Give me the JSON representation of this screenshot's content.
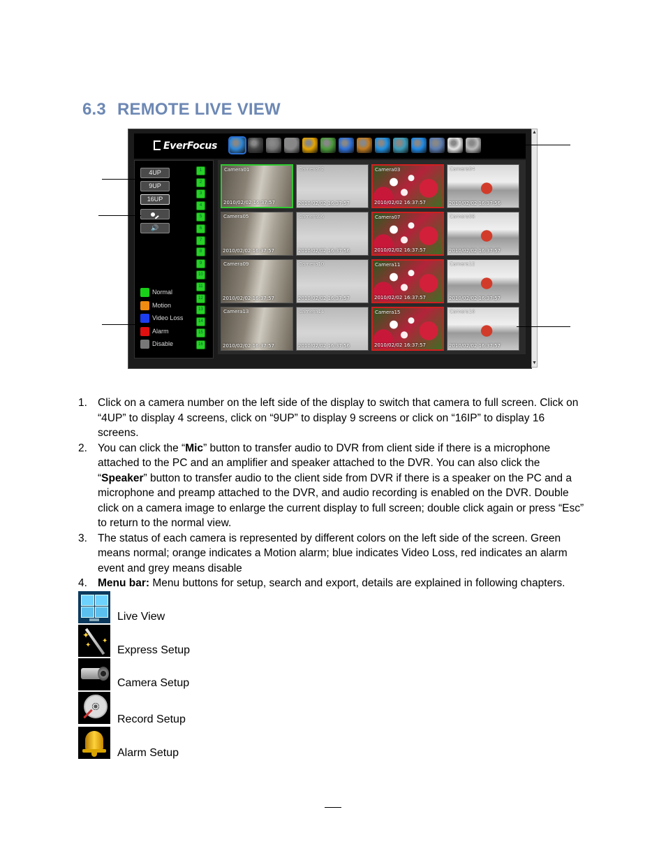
{
  "section": {
    "number": "6.3",
    "title": "REMOTE LIVE VIEW"
  },
  "screenshot": {
    "logo": "EverFocus",
    "layout_buttons": [
      "4UP",
      "9UP",
      "16UP"
    ],
    "camera_numbers": [
      "1",
      "2",
      "3",
      "4",
      "5",
      "6",
      "7",
      "8",
      "9",
      "10",
      "11",
      "12",
      "13",
      "14",
      "15",
      "16"
    ],
    "legend": [
      {
        "label": "Normal",
        "color": "#19d019"
      },
      {
        "label": "Motion",
        "color": "#f08a10"
      },
      {
        "label": "Video Loss",
        "color": "#1c3ef0"
      },
      {
        "label": "Alarm",
        "color": "#e01010"
      },
      {
        "label": "Disable",
        "color": "#777777"
      }
    ],
    "cameras": [
      {
        "name": "Camera01",
        "time": "2010/02/02  16:37:57",
        "scene": "room"
      },
      {
        "name": "Camera02",
        "time": "2010/02/02  16:37:57",
        "scene": "snow"
      },
      {
        "name": "Camera03",
        "time": "2010/02/02  16:37:57",
        "scene": "flower"
      },
      {
        "name": "Camera04",
        "time": "2010/02/02  16:37:56",
        "scene": "office"
      },
      {
        "name": "Camera05",
        "time": "2010/02/02  16:37:57",
        "scene": "room"
      },
      {
        "name": "Camera06",
        "time": "2010/02/02  16:37:56",
        "scene": "snow"
      },
      {
        "name": "Camera07",
        "time": "2010/02/02  16:37:57",
        "scene": "flower"
      },
      {
        "name": "Camera08",
        "time": "2010/02/02  16:37:57",
        "scene": "office"
      },
      {
        "name": "Camera09",
        "time": "2010/02/02  16:37:57",
        "scene": "room"
      },
      {
        "name": "Camera10",
        "time": "2010/02/02  16:37:57",
        "scene": "snow"
      },
      {
        "name": "Camera11",
        "time": "2010/02/02  16:37:57",
        "scene": "flower"
      },
      {
        "name": "Camera12",
        "time": "2010/02/02  16:37:57",
        "scene": "office"
      },
      {
        "name": "Camera13",
        "time": "2010/02/02  16:37:57",
        "scene": "room"
      },
      {
        "name": "Camera14",
        "time": "2010/02/02  16:37:56",
        "scene": "snow"
      },
      {
        "name": "Camera15",
        "time": "2010/02/02  16:37:57",
        "scene": "flower"
      },
      {
        "name": "Camera16",
        "time": "2010/02/02  16:37:57",
        "scene": "office"
      }
    ],
    "toolbar_icons": [
      "live-view",
      "express-setup",
      "camera-setup",
      "record-setup",
      "alarm-setup",
      "schedule",
      "network",
      "event",
      "display",
      "system",
      "info",
      "playback",
      "search",
      "export"
    ]
  },
  "instructions": [
    {
      "num": "1.",
      "html": "Click on a camera number on the left side of the display to switch that camera to full screen. Click on “4UP” to display 4 screens, click on “9UP” to display 9 screens or click on “16IP” to display 16 screens."
    },
    {
      "num": "2.",
      "html": "You can click the “<b>Mic</b>” button to transfer audio to DVR from client side if there is a microphone attached to the PC and an amplifier and speaker attached to the DVR. You can also click the “<b>Speaker</b>” button to transfer audio to the client side from DVR if there is a speaker on the PC and a microphone and preamp attached to the DVR, and audio recording is enabled on the DVR. Double click on a camera image to enlarge the current display to full screen; double click again or press “Esc” to return to the normal view."
    },
    {
      "num": "3.",
      "html": "The status of each camera is represented by different colors on the left side of the screen. Green means normal; orange indicates a Motion alarm; blue indicates Video Loss, red indicates an alarm event and grey means disable"
    },
    {
      "num": "4.",
      "html": "<b>Menu bar:</b> Menu buttons for setup, search and export, details are explained in following chapters."
    }
  ],
  "menu_icons": [
    {
      "label": "Live View",
      "icon": "live-view-icon"
    },
    {
      "label": "Express Setup",
      "icon": "magic-wand-icon"
    },
    {
      "label": "Camera Setup",
      "icon": "camera-icon"
    },
    {
      "label": "Record Setup",
      "icon": "film-reel-icon"
    },
    {
      "label": "Alarm Setup",
      "icon": "bell-icon"
    }
  ]
}
